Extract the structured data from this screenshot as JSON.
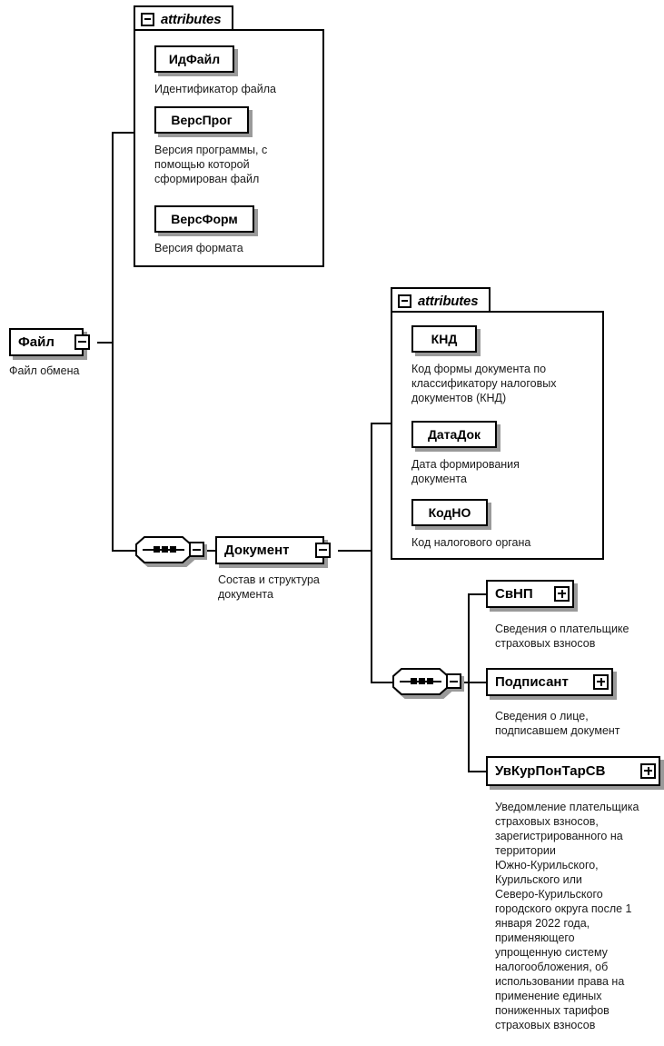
{
  "diagram": {
    "type": "xsd-schema-tree",
    "title": "Файл обмена"
  },
  "attributes_group_1": {
    "header_label": "attributes",
    "icon": "minus-box-icon",
    "items": [
      {
        "name": "ИдФайл",
        "description": "Идентификатор файла"
      },
      {
        "name": "ВерсПрог",
        "description": "Версия программы, с\nпомощью которой\nсформирован файл"
      },
      {
        "name": "ВерсФорм",
        "description": "Версия формата"
      }
    ]
  },
  "attributes_group_2": {
    "header_label": "attributes",
    "icon": "minus-box-icon",
    "items": [
      {
        "name": "КНД",
        "description": "Код формы документа по\nклассификатору налоговых\nдокументов (КНД)"
      },
      {
        "name": "ДатаДок",
        "description": "Дата формирования\nдокумента"
      },
      {
        "name": "КодНО",
        "description": "Код налогового органа"
      }
    ]
  },
  "nodes": {
    "file": {
      "label": "Файл",
      "description": "Файл обмена",
      "expander": "minus"
    },
    "document": {
      "label": "Документ",
      "description": "Состав и структура\nдокумента",
      "expander": "minus"
    },
    "payer_info": {
      "label": "СвНП",
      "description": "Сведения о плательщике\nстраховых взносов",
      "expander": "plus"
    },
    "signatory": {
      "label": "Подписант",
      "description": "Сведения о лице,\nподписавшем документ",
      "expander": "plus"
    },
    "notification": {
      "label": "УвКурПонТарСВ",
      "description": "Уведомление плательщика\nстраховых взносов,\nзарегистрированного на\nтерритории\nЮжно-Курильского,\nКурильского или\nСеверо-Курильского\nгородского округа после 1\nянваря 2022 года,\nприменяющего\nупрощенную систему\nналогообложения, об\nиспользовании права на\nприменение единых\nпониженных тарифов\nстраховых взносов",
      "expander": "plus"
    }
  },
  "sequence_connectors": [
    {
      "name": "sequence-connector-file",
      "icon": "sequence-icon",
      "expander": "minus"
    },
    {
      "name": "sequence-connector-document",
      "icon": "sequence-icon",
      "expander": "minus"
    }
  ],
  "colors": {
    "stroke": "#000000",
    "background": "#ffffff",
    "shadow": "#9a9a9a"
  }
}
